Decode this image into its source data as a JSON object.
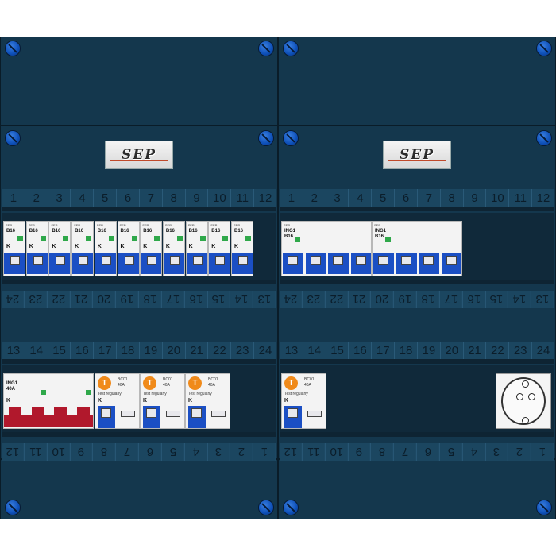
{
  "brand_logo": "SEP",
  "numbers_top": [
    "1",
    "2",
    "3",
    "4",
    "5",
    "6",
    "7",
    "8",
    "9",
    "10",
    "11",
    "12"
  ],
  "numbers_row2_left_flipped": [
    "24",
    "23",
    "22",
    "21",
    "20",
    "19",
    "18",
    "17",
    "16",
    "15",
    "14",
    "13"
  ],
  "numbers_row3": [
    "13",
    "14",
    "15",
    "16",
    "17",
    "18",
    "19",
    "20",
    "21",
    "22",
    "23",
    "24"
  ],
  "numbers_bottom_flipped": [
    "12",
    "11",
    "10",
    "9",
    "8",
    "7",
    "6",
    "5",
    "4",
    "3",
    "2",
    "1"
  ],
  "mcb_rating": "B16",
  "main_switch": {
    "label": "ING1",
    "rating": "40A"
  },
  "rcd": {
    "mark": "T",
    "rating": "BC01",
    "current": "40A",
    "test_label": "Test regularly"
  },
  "colors": {
    "panel": "#14374d",
    "screw": "#1d5fd0",
    "blue_toggle": "#1b4fc4",
    "red_lever": "#b1182c",
    "rcd_orange": "#f08a1a",
    "led": "#2fa84a"
  }
}
